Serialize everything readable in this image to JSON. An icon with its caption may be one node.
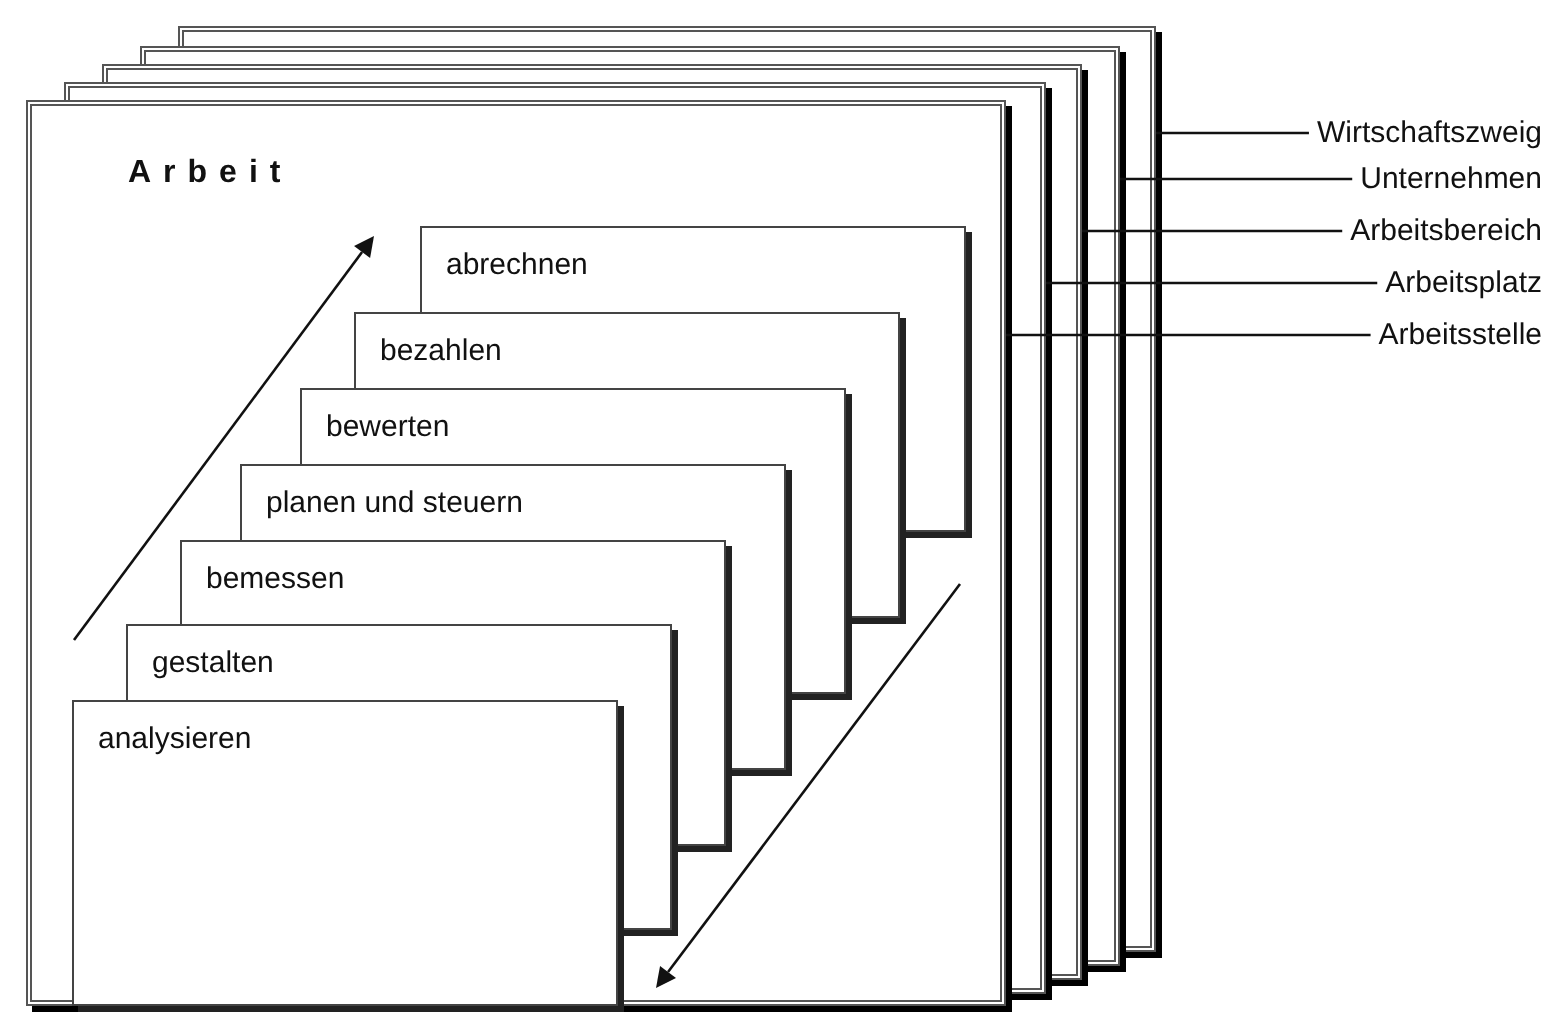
{
  "diagram": {
    "nodes": [
      {
        "text": [],
        "shape": "box"
      },
      {
        "text": [],
        "shape": "box"
      },
      {
        "text": [],
        "shape": "box"
      },
      {
        "text": [],
        "shape": "box"
      },
      {
        "text": [
          "Arbeit"
        ]
      },
      {
        "text": [
          "abrechnen"
        ]
      },
      {
        "text": [
          "bezahlen"
        ]
      },
      {
        "text": [
          "bewerten"
        ]
      },
      {
        "text": [
          "planen und steuern"
        ]
      },
      {
        "text": [
          "bemessen"
        ]
      },
      {
        "text": [
          "gestalten"
        ],
        "in": 4
      },
      {
        "text": [
          "analysieren"
        ],
        "in": 4
      },
      {
        "text": [
          "Wirtschaftszweig"
        ]
      },
      {
        "text": [
          "Unternehmen"
        ]
      },
      {
        "text": [
          "Arbeitsbereich"
        ]
      },
      {
        "text": [
          "Arbeitsplatz"
        ]
      },
      {
        "text": [
          "Arbeitsstelle"
        ]
      }
    ],
    "edges": [
      {
        "from": 12,
        "to": 0,
        "arrow": "none"
      },
      {
        "from": 13,
        "to": 1,
        "arrow": "none"
      },
      {
        "from": 14,
        "to": 2,
        "arrow": "none"
      },
      {
        "from": 15,
        "to": 3,
        "arrow": "none"
      },
      {
        "from": 16,
        "to": 4,
        "arrow": "none"
      }
    ]
  }
}
